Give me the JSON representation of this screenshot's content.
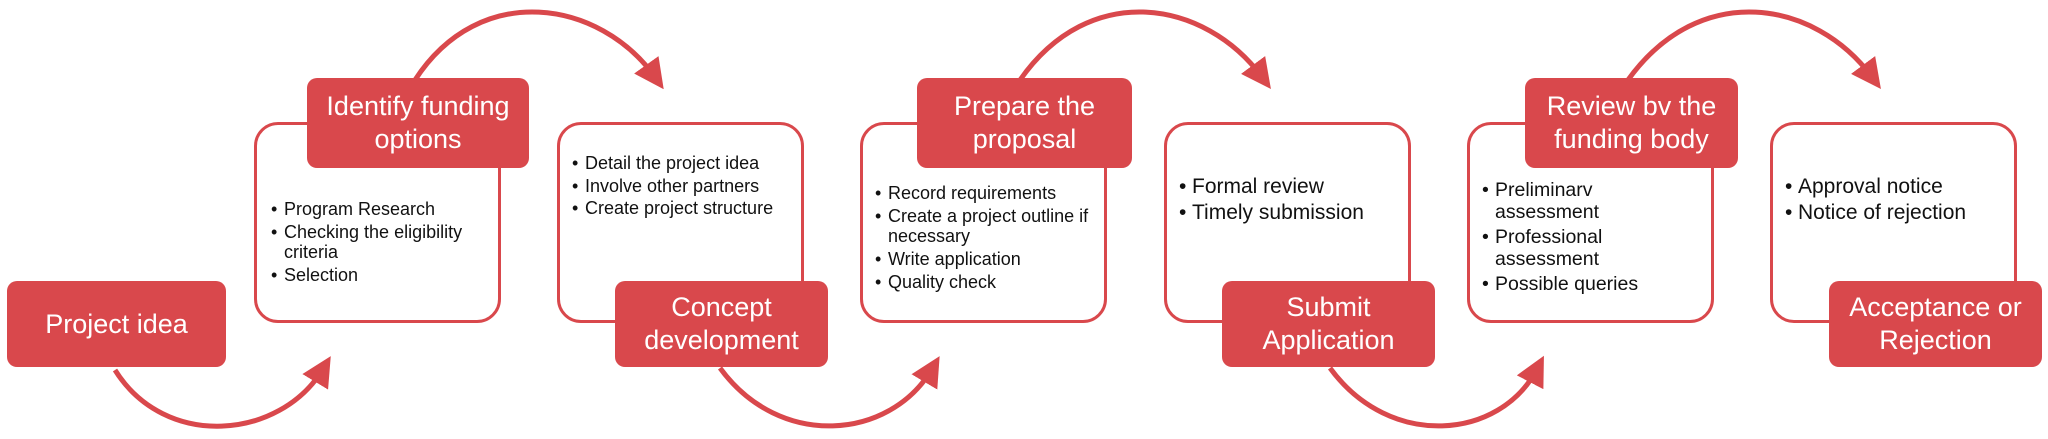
{
  "colors": {
    "accent": "#d9484c",
    "box_border": "#d9484c",
    "text": "#111111",
    "label_text": "#ffffff"
  },
  "stages": [
    {
      "title": "Project idea",
      "items": []
    },
    {
      "title": "Identify funding options",
      "items": [
        "Program Research",
        "Checking the eligibility criteria",
        "Selection"
      ]
    },
    {
      "title": "Concept development",
      "items": [
        "Detail the project idea",
        "Involve other partners",
        "Create project structure"
      ]
    },
    {
      "title": "Prepare the proposal",
      "items": [
        "Record requirements",
        "Create a project outline if necessary",
        "Write application",
        "Quality check"
      ]
    },
    {
      "title": "Submit Application",
      "items": [
        "Formal review",
        "Timely submission"
      ]
    },
    {
      "title": "Review bv the funding body",
      "items": [
        "Preliminarv assessment",
        "Professional assessment",
        "Possible queries"
      ]
    },
    {
      "title": "Acceptance or Rejection",
      "items": [
        "Approval notice",
        "Notice of rejection"
      ]
    }
  ]
}
